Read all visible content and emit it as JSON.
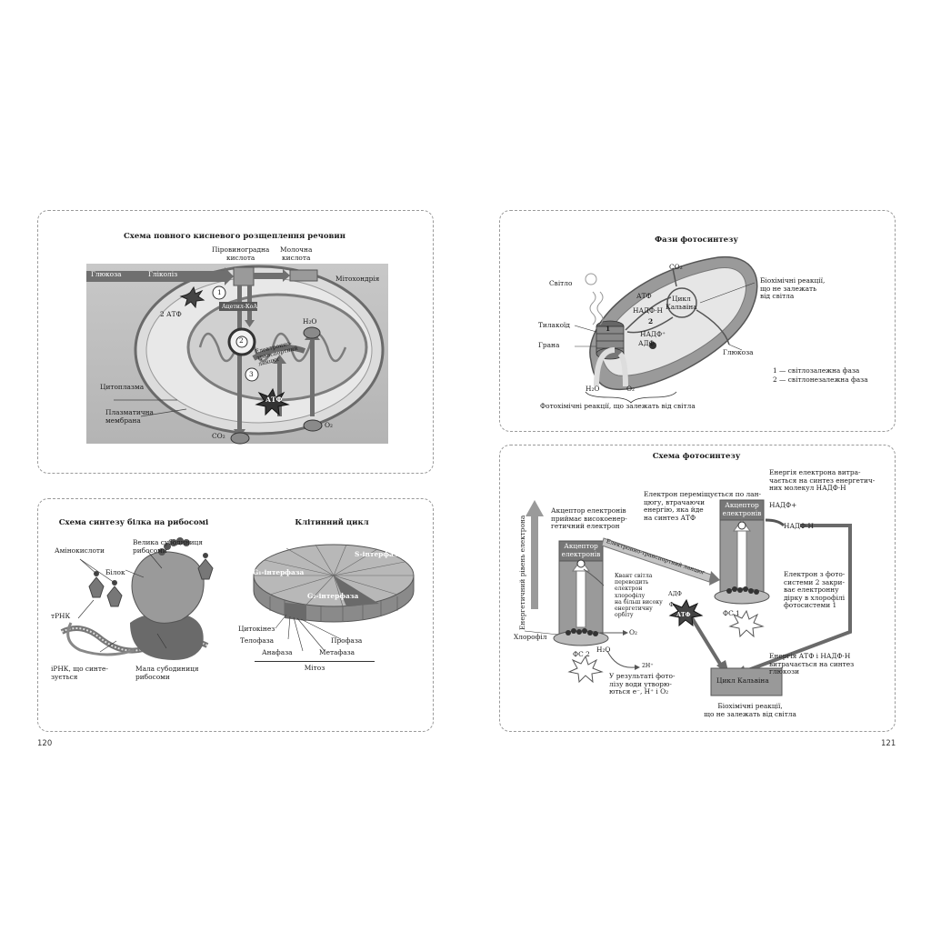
{
  "page_numbers": {
    "left": "120",
    "right": "121"
  },
  "respiration": {
    "title": "Схема повного кисневого розщеплення речовин",
    "glucose": "Глюкоза",
    "glycolysis": "Гліколіз",
    "pyruvic_1": "Піровиноградна",
    "pyruvic_2": "кислота",
    "lactic_1": "Молочна",
    "lactic_2": "кислота",
    "mitochondrion": "Мітохондрія",
    "atp2": "2 АТФ",
    "acetyl": "Ацетил-КоА",
    "h2o": "H₂O",
    "etc_1": "Електронно-",
    "etc_2": "транспортний",
    "etc_3": "ланцюг",
    "cytoplasm": "Цитоплазма",
    "membrane_1": "Плазматична",
    "membrane_2": "мембрана",
    "atf": "АТФ",
    "co2": "CO₂",
    "o2": "O₂",
    "n1": "1",
    "n2": "2",
    "n3": "3"
  },
  "protein": {
    "title": "Схема синтезу білка на рибосомі",
    "aminoacids": "Амінокислоти",
    "large_1": "Велика субодиниця",
    "large_2": "рибосоми",
    "protein": "Білок",
    "trna": "тРНК",
    "irna_1": "іРНК, що синте-",
    "irna_2": "зується",
    "small_1": "Мала субодиниця",
    "small_2": "рибосоми"
  },
  "cellcycle": {
    "title": "Клітинний цикл",
    "s": "S-інтерфаза",
    "g1": "G₁-інтерфаза",
    "g2": "G₂-інтерфаза",
    "cytokinesis": "Цитокінез",
    "telophase": "Телофаза",
    "anaphase": "Анафаза",
    "prophase": "Профаза",
    "metaphase": "Метафаза",
    "mitosis": "Мітоз"
  },
  "phases": {
    "title": "Фази фотосинтезу",
    "light": "Світло",
    "co2": "CO₂",
    "calvin_1": "Цикл",
    "calvin_2": "Кальвіна",
    "atf_plus": "АТФ",
    "nadph": "НАДФ·Н",
    "two": "2",
    "one": "1",
    "nadp": "НАДФ⁺",
    "adf": "АДФ",
    "thylakoid": "Тилакоїд",
    "grana": "Грана",
    "glucose": "Глюкоза",
    "h2o": "H₂O",
    "o2": "O₂",
    "bio_1": "Біохімічні реакції,",
    "bio_2": "що не залежать",
    "bio_3": "від світла",
    "legend_1": "1 — світлозалежна фаза",
    "legend_2": "2 — світлонезалежна фаза",
    "photochem": "Фотохімічні реакції, що залежать від світла"
  },
  "scheme": {
    "title": "Схема фотосинтезу",
    "energy_axis": "Енергетичний рівень електрона",
    "acc_text_1": "Акцептор електронів",
    "acc_text_2": "приймає високоенер-",
    "acc_text_3": "гетичний електрон",
    "acc_1": "Акцептор",
    "acc_2": "електронів",
    "electron_1": "Електрон переміщується по лан-",
    "electron_2": "цюгу, втрачаючи",
    "electron_3": "енергію, яка йде",
    "electron_4": "на синтез АТФ",
    "energy_1": "Енергія електрона витра-",
    "energy_2": "чається на синтез енергетич-",
    "energy_3": "них молекул НАДФ·Н",
    "nadp_plus": "НАДФ+",
    "nadph": "НАДФ·Н",
    "etc": "Електронно-транспортний ланцюг",
    "quantum_1": "Квант світла",
    "quantum_2": "переводить",
    "quantum_3": "електрон",
    "quantum_4": "хлорофілу",
    "quantum_5": "на більш високу",
    "quantum_6": "енергетичну",
    "quantum_7": "орбіту",
    "adf": "АДФ",
    "f": "Ф",
    "atf": "АТФ",
    "fs1": "ФС 1",
    "fs2": "ФС 2",
    "chlorophyll": "Хлорофіл",
    "o2": "O₂",
    "h2o": "H₂O",
    "h2": "2H⁺",
    "photolysis_1": "У результаті фото-",
    "photolysis_2": "лізу води утворю-",
    "photolysis_3": "ються е⁻, Н⁺ і О₂",
    "electron_fs2_1": "Електрон з фото-",
    "electron_fs2_2": "системи 2 закри-",
    "electron_fs2_3": "ває електронну",
    "electron_fs2_4": "дірку в хлорофілі",
    "electron_fs2_5": "фотосистеми 1",
    "energy_atp_1": "Енергія АТФ і НАДФ·Н",
    "energy_atp_2": "витрачається на синтез",
    "energy_atp_3": "глюкози",
    "calvin": "Цикл Кальвіна",
    "bio_1": "Біохімічні реакції,",
    "bio_2": "що не залежать від світла"
  }
}
